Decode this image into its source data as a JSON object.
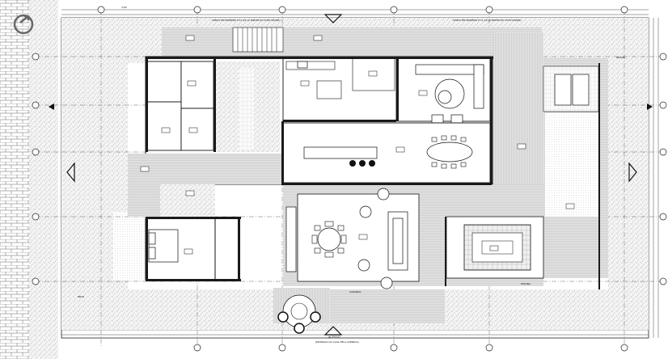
{
  "drawing": {
    "top_note": "CERCA EM MADEIRA H=1,20 (A PARTIR DA COTA MAIOR)",
    "top_note_right": "CERCA EM MADEIRA H=1,20 (A PARTIR DA COTA MAIOR)",
    "bottom_note": "(ENTRADA DA CASA PELA AVENIDA)",
    "bottom_label": "ACESSO",
    "area_label_left": "DECK",
    "area_label_center": "VARANDA",
    "area_label_pool": "PISCINA",
    "area_label_right": "GRAMA",
    "dimension_sample": "3,60"
  },
  "colors": {
    "line": "#111111",
    "hatch": "#8a8a8a",
    "background": "#ffffff"
  },
  "icons": {
    "logo": "circle-arrow-logo",
    "north_marker": "triangle-section-marker",
    "grid_bubble": "grid-axis-bubble"
  }
}
